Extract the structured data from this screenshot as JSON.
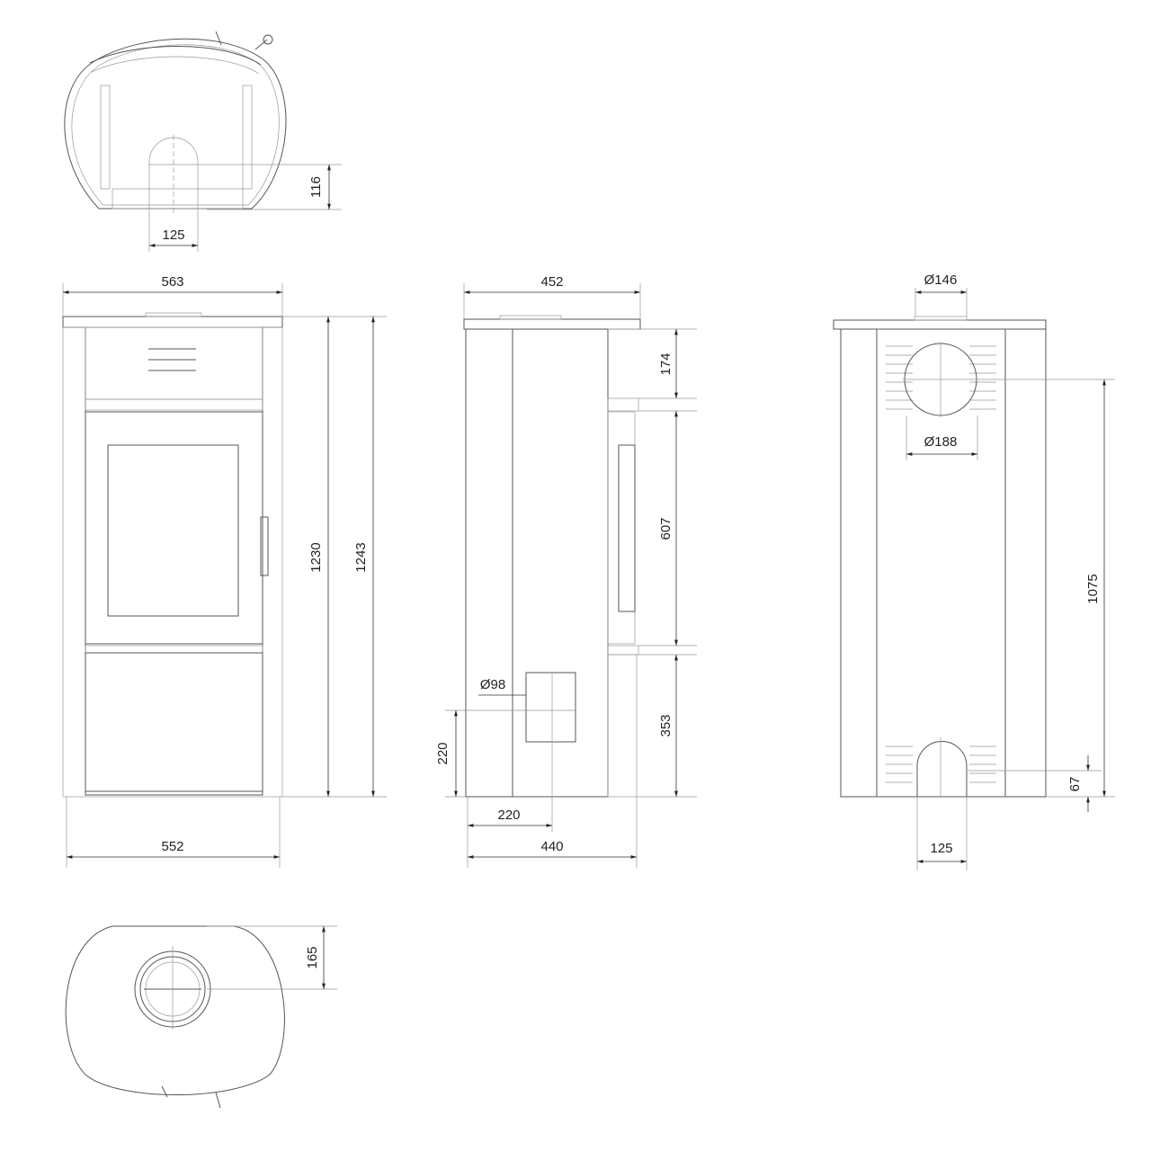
{
  "views": {
    "top_view": {
      "dim_offset": "116",
      "dim_flue": "125"
    },
    "front_view": {
      "dim_top_width": "563",
      "dim_height_body": "1230",
      "dim_height_total": "1243",
      "dim_base_width": "552"
    },
    "side_view": {
      "dim_top_depth": "452",
      "dim_drawer": "174",
      "dim_door": "607",
      "dim_lower": "353",
      "dim_inlet_diameter": "Ø98",
      "dim_inlet_height": "220",
      "dim_inlet_depth": "220",
      "dim_base_depth": "440"
    },
    "back_view": {
      "dim_outlet_diameter": "Ø146",
      "dim_outlet_outer_diameter": "Ø188",
      "dim_outlet_height": "1075",
      "dim_bottom_height": "67",
      "dim_bottom_width": "125"
    },
    "bottom_view": {
      "dim_offset": "165"
    }
  }
}
